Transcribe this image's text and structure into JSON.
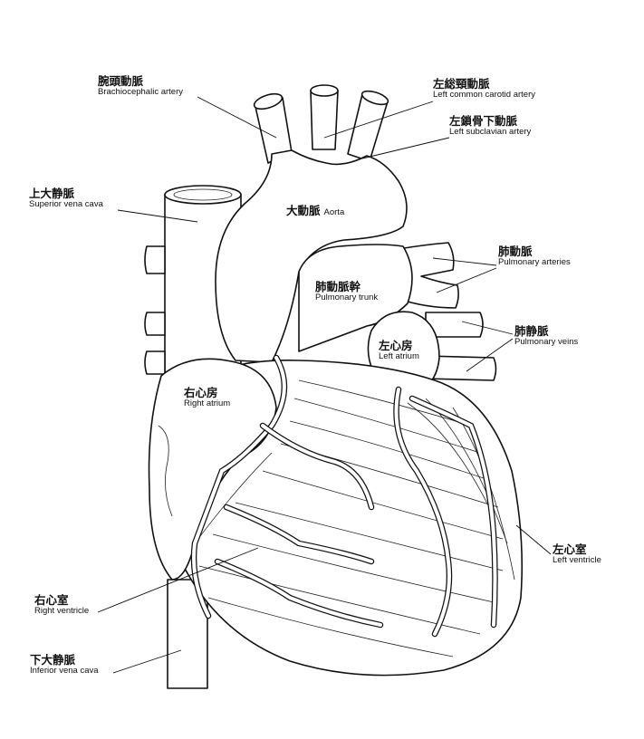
{
  "labels": {
    "brachiocephalic": {
      "ja": "腕頭動脈",
      "en": "Brachiocephalic artery"
    },
    "left_common_carotid": {
      "ja": "左総頸動脈",
      "en": "Left common carotid artery"
    },
    "left_subclavian": {
      "ja": "左鎖骨下動脈",
      "en": "Left subclavian artery"
    },
    "superior_vena_cava": {
      "ja": "上大静脈",
      "en": "Superior vena cava"
    },
    "aorta": {
      "ja": "大動脈",
      "en": "Aorta"
    },
    "pulmonary_arteries": {
      "ja": "肺動脈",
      "en": "Pulmonary arteries"
    },
    "pulmonary_trunk": {
      "ja": "肺動脈幹",
      "en": "Pulmonary trunk"
    },
    "pulmonary_veins": {
      "ja": "肺静脈",
      "en": "Pulmonary veins"
    },
    "left_atrium": {
      "ja": "左心房",
      "en": "Left atrium"
    },
    "right_atrium": {
      "ja": "右心房",
      "en": "Right atrium"
    },
    "left_ventricle": {
      "ja": "左心室",
      "en": "Left ventricle"
    },
    "right_ventricle": {
      "ja": "右心室",
      "en": "Right ventricle"
    },
    "inferior_vena_cava": {
      "ja": "下大静脈",
      "en": "Inferior vena cava"
    }
  },
  "colors": {
    "line": "#111111",
    "background": "#ffffff"
  }
}
